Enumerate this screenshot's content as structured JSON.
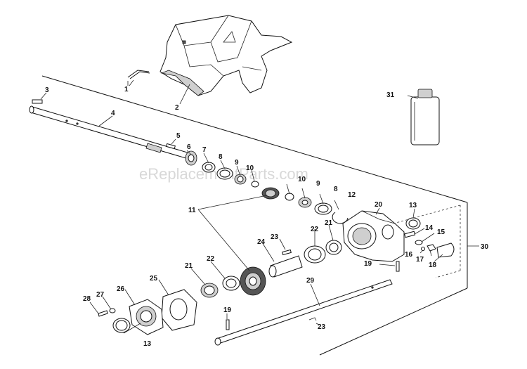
{
  "watermark": "eReplacementParts.com",
  "callouts": [
    {
      "id": "c1",
      "label": "1"
    },
    {
      "id": "c2",
      "label": "2"
    },
    {
      "id": "c3",
      "label": "3"
    },
    {
      "id": "c4",
      "label": "4"
    },
    {
      "id": "c5",
      "label": "5"
    },
    {
      "id": "c6",
      "label": "6"
    },
    {
      "id": "c7",
      "label": "7"
    },
    {
      "id": "c8a",
      "label": "8"
    },
    {
      "id": "c8b",
      "label": "8"
    },
    {
      "id": "c9a",
      "label": "9"
    },
    {
      "id": "c9b",
      "label": "9"
    },
    {
      "id": "c10a",
      "label": "10"
    },
    {
      "id": "c10b",
      "label": "10"
    },
    {
      "id": "c11",
      "label": "11"
    },
    {
      "id": "c12",
      "label": "12"
    },
    {
      "id": "c13a",
      "label": "13"
    },
    {
      "id": "c13b",
      "label": "13"
    },
    {
      "id": "c14",
      "label": "14"
    },
    {
      "id": "c15",
      "label": "15"
    },
    {
      "id": "c16",
      "label": "16"
    },
    {
      "id": "c17",
      "label": "17"
    },
    {
      "id": "c18",
      "label": "18"
    },
    {
      "id": "c19a",
      "label": "19"
    },
    {
      "id": "c19b",
      "label": "19"
    },
    {
      "id": "c20",
      "label": "20"
    },
    {
      "id": "c21a",
      "label": "21"
    },
    {
      "id": "c21b",
      "label": "21"
    },
    {
      "id": "c22a",
      "label": "22"
    },
    {
      "id": "c22b",
      "label": "22"
    },
    {
      "id": "c23a",
      "label": "23"
    },
    {
      "id": "c23b",
      "label": "23"
    },
    {
      "id": "c24",
      "label": "24"
    },
    {
      "id": "c25",
      "label": "25"
    },
    {
      "id": "c26",
      "label": "26"
    },
    {
      "id": "c27",
      "label": "27"
    },
    {
      "id": "c28",
      "label": "28"
    },
    {
      "id": "c29",
      "label": "29"
    },
    {
      "id": "c30",
      "label": "30"
    },
    {
      "id": "c31",
      "label": "31"
    }
  ]
}
